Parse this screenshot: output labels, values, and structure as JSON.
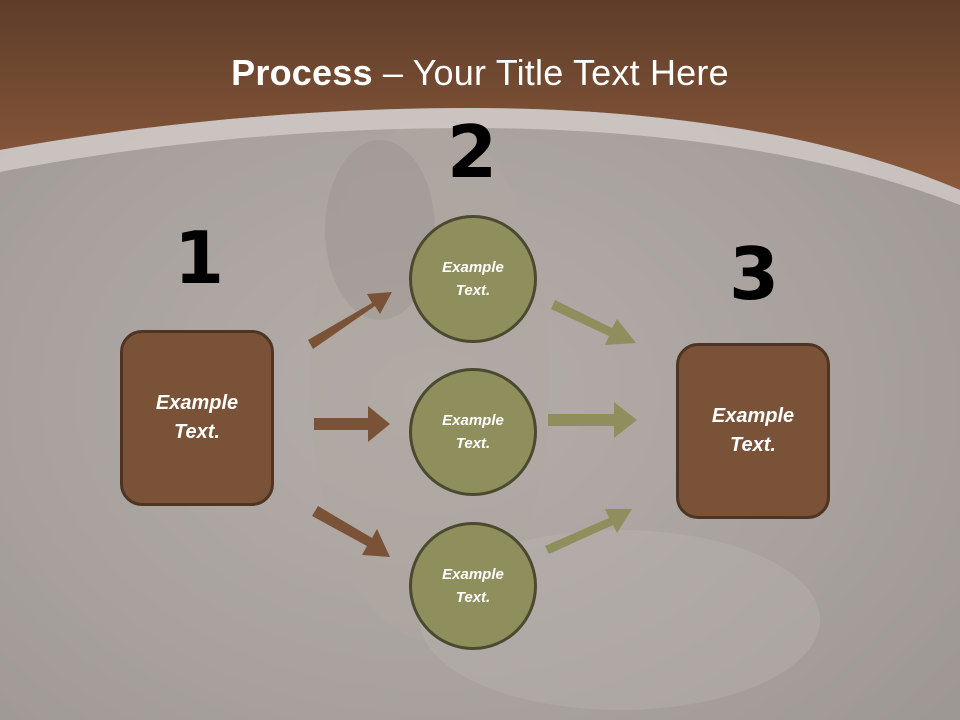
{
  "slide": {
    "title_bold": "Process",
    "title_rest": " – Your Title Text Here",
    "numbers": [
      "1",
      "2",
      "3"
    ],
    "box_left_text": "Example Text.",
    "box_right_text": "Example Text.",
    "circles": [
      {
        "text": "Example Text."
      },
      {
        "text": "Example Text."
      },
      {
        "text": "Example Text."
      }
    ]
  },
  "colors": {
    "header_brown": "#7a4d34",
    "box_fill": "#7a5238",
    "circle_fill": "#8f8f5e",
    "arrow_brown": "#7a5238",
    "arrow_olive": "#8f8f5e"
  }
}
